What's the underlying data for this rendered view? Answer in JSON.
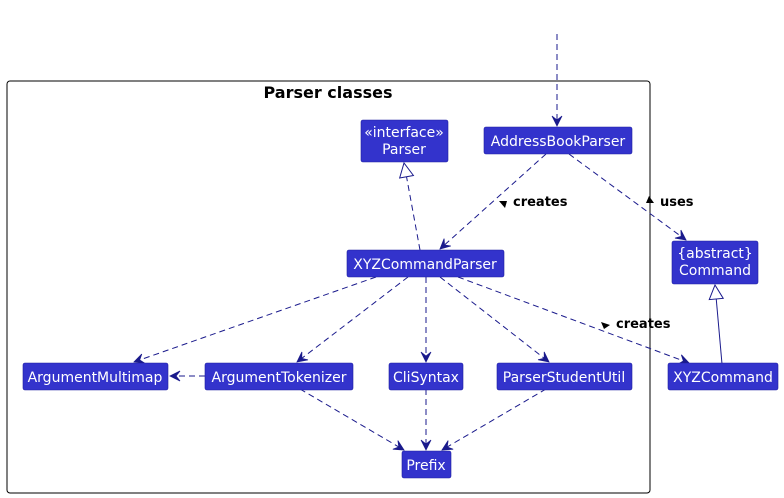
{
  "package": {
    "title": "Parser classes"
  },
  "nodes": {
    "address_book_parser": [
      "AddressBookParser"
    ],
    "parser": [
      "«interface»",
      "Parser"
    ],
    "xyz_command_parser": [
      "XYZCommandParser"
    ],
    "argument_multimap": [
      "ArgumentMultimap"
    ],
    "argument_tokenizer": [
      "ArgumentTokenizer"
    ],
    "cli_syntax": [
      "CliSyntax"
    ],
    "parser_student_util": [
      "ParserStudentUtil"
    ],
    "prefix": [
      "Prefix"
    ],
    "command": [
      "{abstract}",
      "Command"
    ],
    "xyz_command": [
      "XYZCommand"
    ]
  },
  "edges": {
    "creates_parser": "creates",
    "uses_command": "uses",
    "creates_command": "creates"
  },
  "colors": {
    "node_fill": "#3333cc",
    "arrow": "#1a1a8c"
  }
}
